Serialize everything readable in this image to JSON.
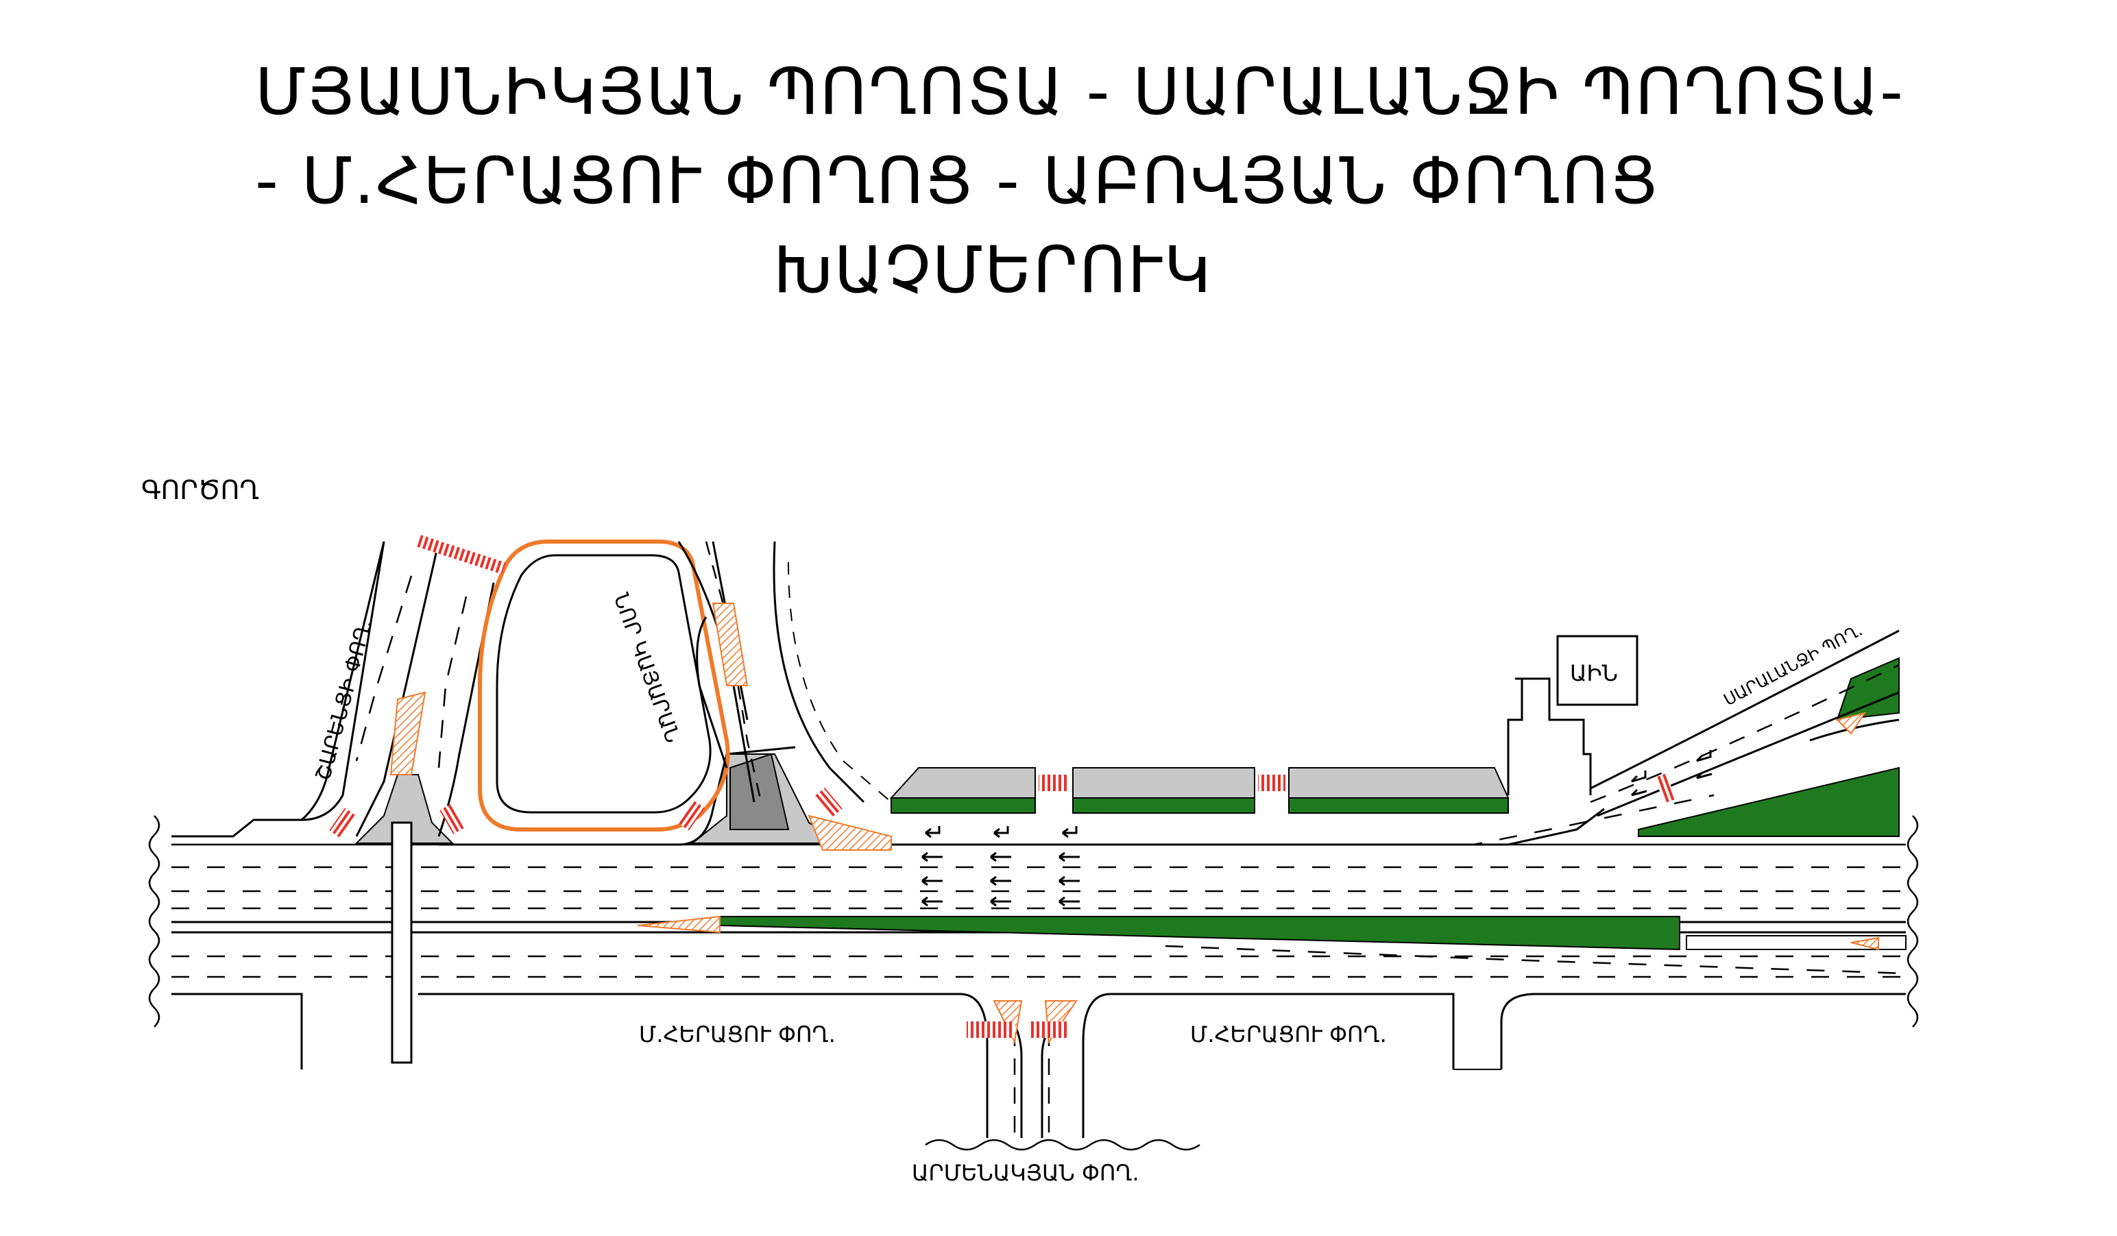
{
  "title": {
    "line1": "ՄՅԱՍՆԻԿՅԱՆ ՊՈՂՈՏԱ - ՍԱՐԱԼԱՆՋԻ ՊՈՂՈՏԱ-",
    "line2": "- Մ.ՀԵՐԱՑՈՒ ՓՈՂՈՑ - ԱԲՈՎՅԱՆ ՓՈՂՈՑ",
    "line3": "ԽԱՉՄԵՐՈՒԿ"
  },
  "labels": {
    "corner": "ԳՈՐԾՈՂ",
    "charents": "ՇԱՐԵՆՑԻ ՓՈՂ.",
    "nor_kayaran": "ՆՈՐ ԿԱՅԱՐԱՆ",
    "ain": "ԱԻՆ",
    "saralanj": "ՍԱՐԱԼԱՆՋԻ ՊՈՂ.",
    "heratsu_left": "Մ.ՀԵՐԱՑՈՒ ՓՈՂ.",
    "heratsu_right": "Մ.ՀԵՐԱՑՈՒ ՓՈՂ.",
    "armenakyan": "ԱՐՄԵՆԱԿՅԱՆ ՓՈՂ."
  },
  "colors": {
    "green": "#1f7a1f",
    "gray": "#c8c8c8",
    "dark_gray": "#8a8a8a",
    "orange": "#f07a2a",
    "crosswalk": "#e8322a"
  }
}
